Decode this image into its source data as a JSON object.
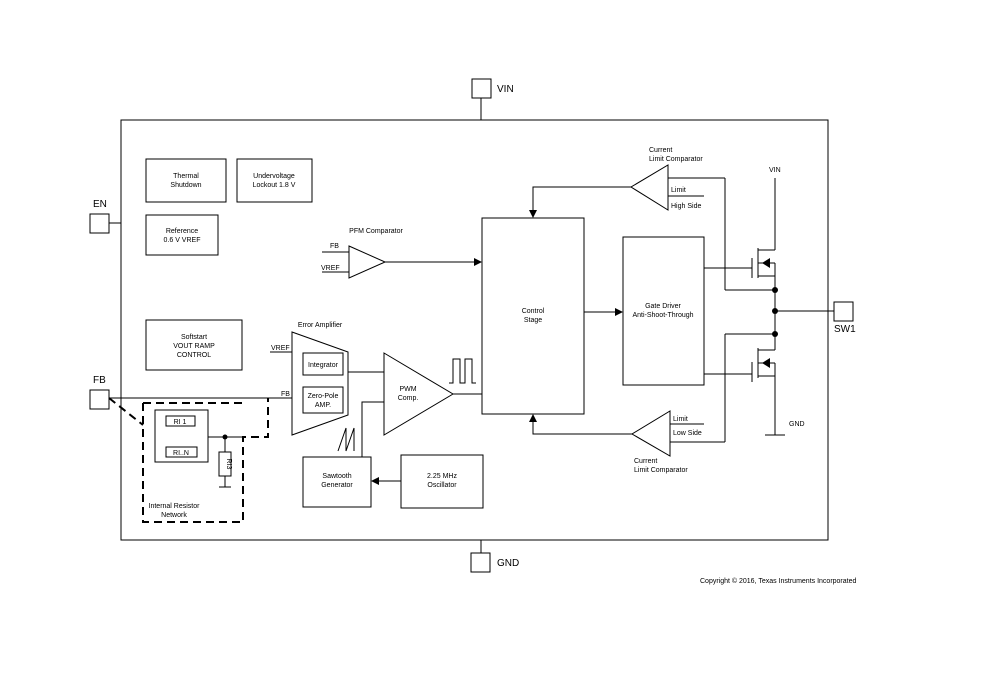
{
  "pins": {
    "vin": "VIN",
    "gnd": "GND",
    "en": "EN",
    "fb": "FB",
    "sw1": "SW1"
  },
  "blocks": {
    "thermal": [
      "Thermal",
      "Shutdown"
    ],
    "uvlo": [
      "Undervoltage",
      "Lockout 1.8 V"
    ],
    "reference": [
      "Reference",
      "0.6 V VREF"
    ],
    "softstart": [
      "Softstart",
      "VOUT RAMP",
      "CONTROL"
    ],
    "control": [
      "Control",
      "Stage"
    ],
    "gate_driver": [
      "Gate Driver",
      "Anti-Shoot-Through"
    ],
    "sawtooth": [
      "Sawtooth",
      "Generator"
    ],
    "oscillator": [
      "2.25 MHz",
      "Oscillator"
    ],
    "integrator": "Integrator",
    "zero_pole": [
      "Zero-Pole",
      "AMP."
    ],
    "pwm_comp": [
      "PWM",
      "Comp."
    ]
  },
  "labels": {
    "pfm_comparator": "PFM Comparator",
    "pfm_fb": "FB",
    "pfm_vref": "VREF",
    "error_amplifier": "Error Amplifier",
    "ea_vref": "VREF",
    "ea_fb": "FB",
    "current_limit_top": [
      "Current",
      "Limit Comparator"
    ],
    "limit_top": "Limit",
    "high_side": "High Side",
    "current_limit_bottom": [
      "Current",
      "Limit Comparator"
    ],
    "limit_bottom": "Limit",
    "low_side": "Low Side",
    "vin_fet": "VIN",
    "gnd_fet": "GND",
    "r1": "RI 1",
    "rn": "RI..N",
    "r3": "RI3",
    "internal_network": [
      "Internal Resistor",
      "Network"
    ]
  },
  "copyright": "Copyright © 2016, Texas Instruments Incorporated"
}
